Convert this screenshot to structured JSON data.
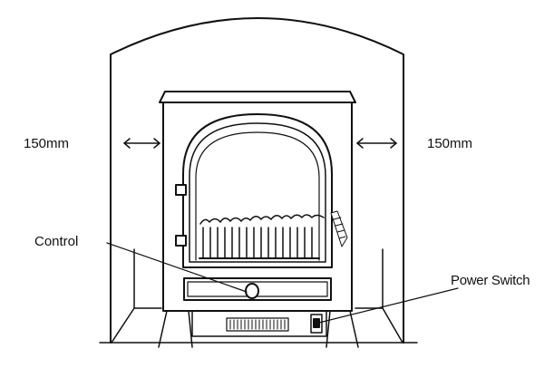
{
  "labels": {
    "left_gap": "150mm",
    "right_gap": "150mm",
    "control": "Control",
    "power_switch": "Power Switch"
  }
}
